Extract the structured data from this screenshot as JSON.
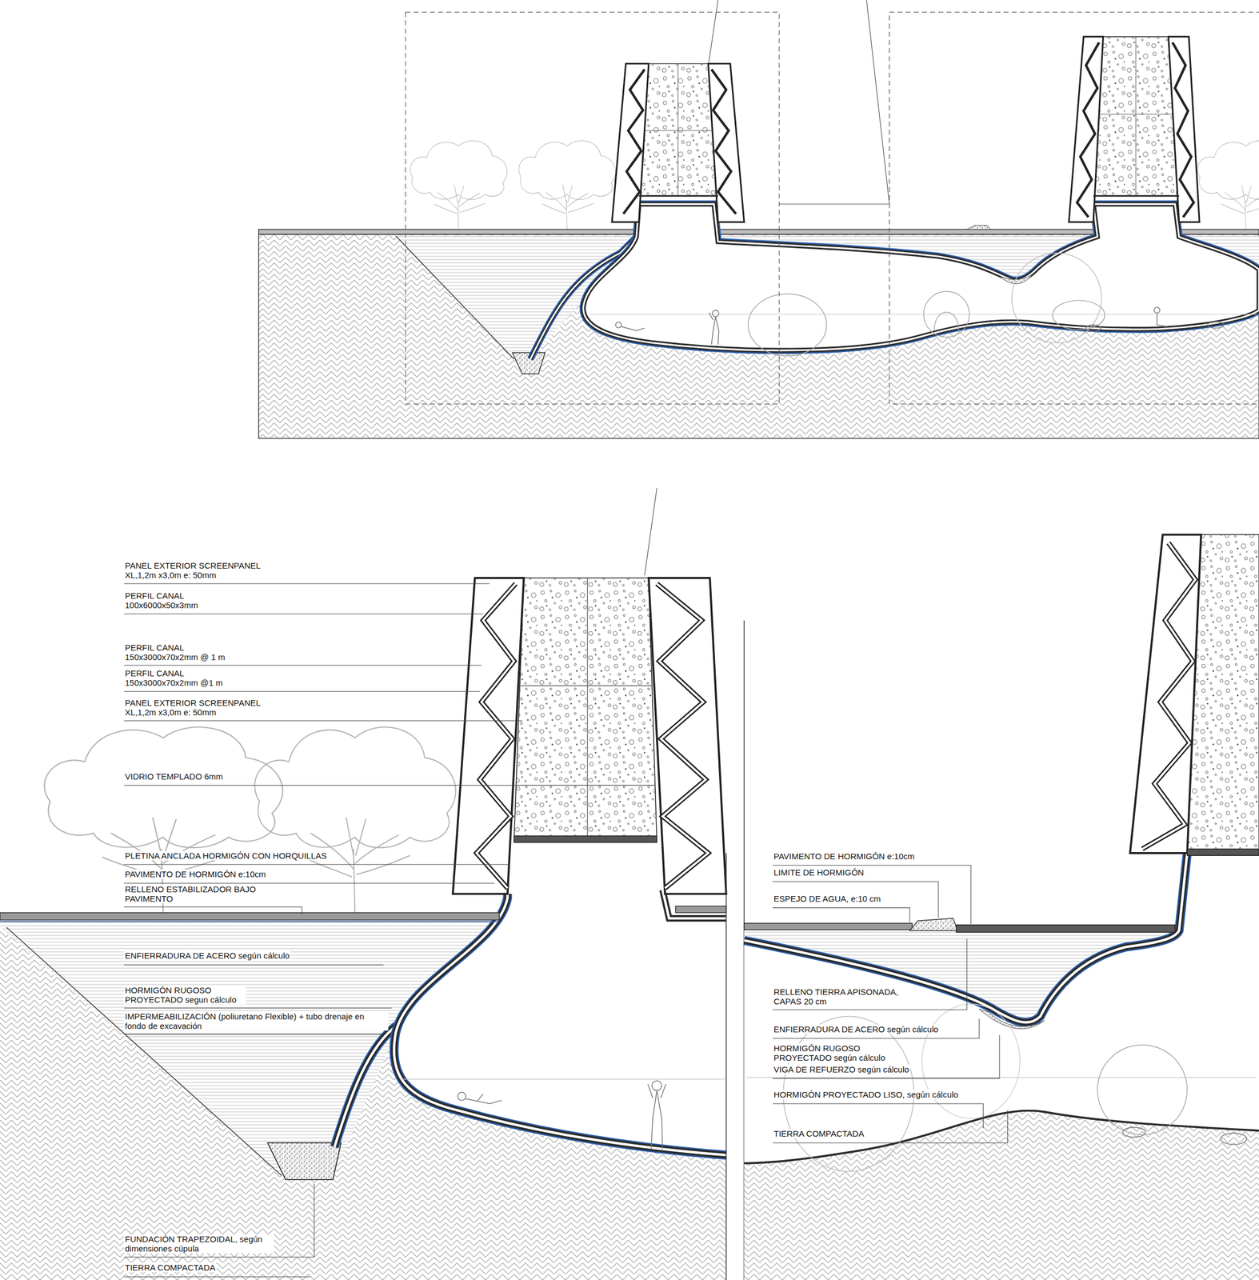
{
  "diagram": {
    "labels": [
      "PANEL EXTERIOR SCREENPANEL XL,1,2m x3,0m e: 50mm",
      "PERFIL CANAL 100x6000x50x3mm",
      "PERFIL CANAL 150x3000x70x2mm @ 1 m",
      "PERFIL CANAL 150x3000x70x2mm @1 m",
      "PANEL EXTERIOR SCREENPANEL XL,1,2m x3,0m e: 50mm",
      "VIDRIO TEMPLADO 6mm",
      "PLETINA ANCLADA HORMIGÓN CON HORQUILLAS",
      "PAVIMENTO DE HORMIGÓN e:10cm",
      "RELLENO ESTABILIZADOR BAJO PAVIMENTO",
      "ENFIERRADURA DE ACERO según cálculo",
      "HORMIGÓN RUGOSO PROYECTADO segun cálculo",
      "IMPERMEABILIZACIÓN (poliuretano Flexible) + tubo drenaje en fondo de excavación",
      "FUNDACIÓN TRAPEZOIDAL, según dimensiones cúpula",
      "TIERRA COMPACTADA",
      "PAVIMENTO DE HORMIGÓN e:10cm",
      "LIMITE DE HORMIGÓN",
      "ESPEJO DE AGUA, e:10 cm",
      "RELLENO TIERRA APISONADA, CAPAS 20 cm",
      "ENFIERRADURA DE ACERO según cálculo",
      "HORMIGÓN RUGOSO PROYECTADO según cálculo",
      "VIGA DE REFUERZO según cálculo",
      "HORMIGÓN PROYECTADO LISO, según cálculo",
      "TIERRA COMPACTADA"
    ]
  }
}
